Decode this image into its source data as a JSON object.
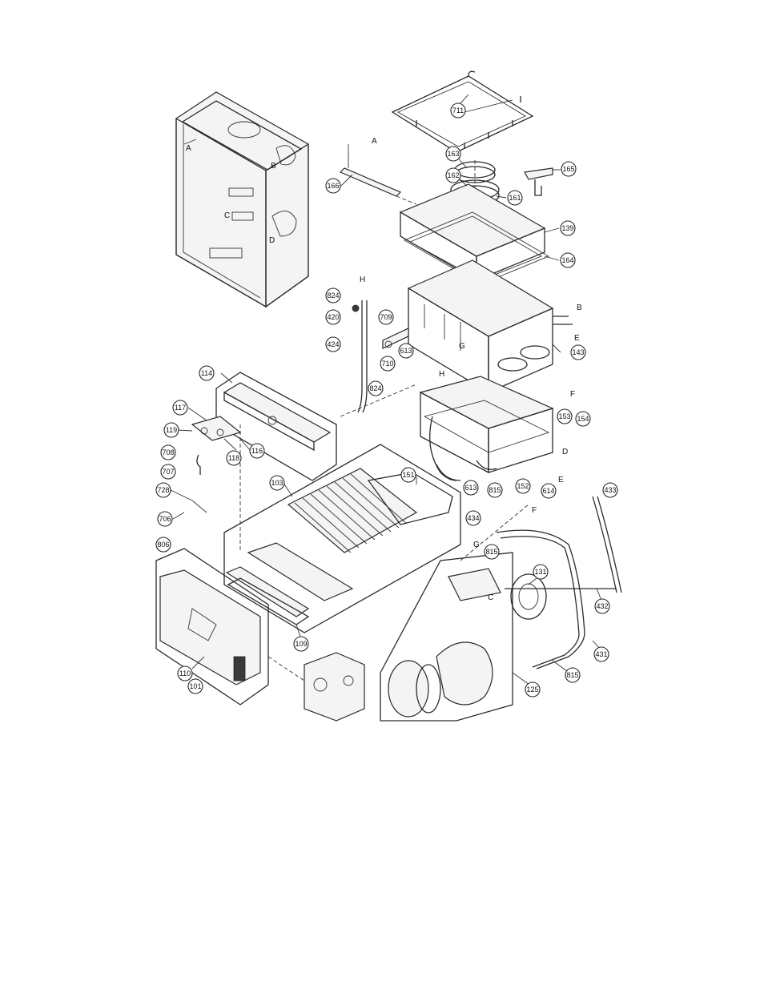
{
  "part_callouts": [
    {
      "id": "cal-711",
      "text": "711"
    },
    {
      "id": "cal-163",
      "text": "163"
    },
    {
      "id": "cal-165",
      "text": "165"
    },
    {
      "id": "cal-162",
      "text": "162"
    },
    {
      "id": "cal-161",
      "text": "161"
    },
    {
      "id": "cal-166",
      "text": "166"
    },
    {
      "id": "cal-139",
      "text": "139"
    },
    {
      "id": "cal-164",
      "text": "164"
    },
    {
      "id": "cal-824a",
      "text": "824"
    },
    {
      "id": "cal-420",
      "text": "420"
    },
    {
      "id": "cal-424",
      "text": "424"
    },
    {
      "id": "cal-709",
      "text": "709"
    },
    {
      "id": "cal-613a",
      "text": "613"
    },
    {
      "id": "cal-710",
      "text": "710"
    },
    {
      "id": "cal-143",
      "text": "143"
    },
    {
      "id": "cal-824b",
      "text": "824"
    },
    {
      "id": "cal-114",
      "text": "114"
    },
    {
      "id": "cal-117",
      "text": "117"
    },
    {
      "id": "cal-119",
      "text": "119"
    },
    {
      "id": "cal-118",
      "text": "118"
    },
    {
      "id": "cal-116",
      "text": "116"
    },
    {
      "id": "cal-708",
      "text": "708"
    },
    {
      "id": "cal-707",
      "text": "707"
    },
    {
      "id": "cal-153",
      "text": "153"
    },
    {
      "id": "cal-154",
      "text": "154"
    },
    {
      "id": "cal-613b",
      "text": "613"
    },
    {
      "id": "cal-815a",
      "text": "815"
    },
    {
      "id": "cal-152",
      "text": "152"
    },
    {
      "id": "cal-103",
      "text": "103"
    },
    {
      "id": "cal-151",
      "text": "151"
    },
    {
      "id": "cal-728",
      "text": "728"
    },
    {
      "id": "cal-706",
      "text": "706"
    },
    {
      "id": "cal-806",
      "text": "806"
    },
    {
      "id": "cal-614",
      "text": "614"
    },
    {
      "id": "cal-433",
      "text": "433"
    },
    {
      "id": "cal-434",
      "text": "434"
    },
    {
      "id": "cal-815b",
      "text": "815"
    },
    {
      "id": "cal-432",
      "text": "432"
    },
    {
      "id": "cal-131",
      "text": "131"
    },
    {
      "id": "cal-109",
      "text": "109"
    },
    {
      "id": "cal-431",
      "text": "431"
    },
    {
      "id": "cal-110",
      "text": "110"
    },
    {
      "id": "cal-815c",
      "text": "815"
    },
    {
      "id": "cal-101",
      "text": "101"
    },
    {
      "id": "cal-125",
      "text": "125"
    }
  ],
  "reference_letters": [
    {
      "id": "let-A1",
      "text": "A"
    },
    {
      "id": "let-B1",
      "text": "B"
    },
    {
      "id": "let-C1",
      "text": "C"
    },
    {
      "id": "let-D1",
      "text": "D"
    },
    {
      "id": "let-A2",
      "text": "A"
    },
    {
      "id": "let-H1",
      "text": "H"
    },
    {
      "id": "let-B2",
      "text": "B"
    },
    {
      "id": "let-E1",
      "text": "E"
    },
    {
      "id": "let-G1",
      "text": "G"
    },
    {
      "id": "let-H2",
      "text": "H"
    },
    {
      "id": "let-F1",
      "text": "F"
    },
    {
      "id": "let-D2",
      "text": "D"
    },
    {
      "id": "let-E2",
      "text": "E"
    },
    {
      "id": "let-F2",
      "text": "F"
    },
    {
      "id": "let-G2",
      "text": "G"
    },
    {
      "id": "let-C2",
      "text": "C"
    }
  ]
}
